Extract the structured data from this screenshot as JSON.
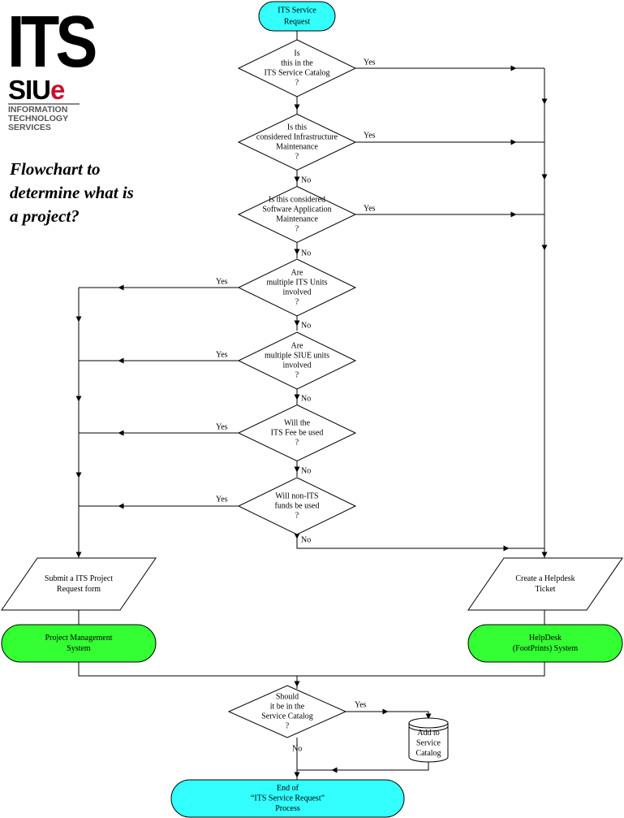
{
  "logo": {
    "its": "ITS",
    "siue_main": "SIU",
    "siue_e": "e",
    "sub": [
      "INFORMATION",
      "TECHNOLOGY",
      "SERVICES"
    ]
  },
  "title_lines": [
    "Flowchart to",
    "determine what is",
    "a project?"
  ],
  "nodes": {
    "start": [
      "ITS Service",
      "Request"
    ],
    "d1": [
      "Is",
      "this in the",
      "ITS Service Catalog",
      "?"
    ],
    "d2": [
      "Is this",
      "considered Infrastructure",
      "Maintenance",
      "?"
    ],
    "d3": [
      "Is this considered",
      "Software Application",
      "Maintenance",
      "?"
    ],
    "d4": [
      "Are",
      "multiple ITS Units",
      "involved",
      "?"
    ],
    "d5": [
      "Are",
      "multiple SIUE units",
      "involved",
      "?"
    ],
    "d6": [
      "Will the",
      "ITS Fee be used",
      "?"
    ],
    "d7": [
      "Will non-ITS",
      "funds be used",
      "?"
    ],
    "submit": [
      "Submit a ITS Project",
      "Request form"
    ],
    "helpdesk_ticket": [
      "Create a Helpdesk",
      "Ticket"
    ],
    "pms": [
      "Project Management",
      "System"
    ],
    "footprints": [
      "HelpDesk",
      "(FootPrints) System"
    ],
    "d8": [
      "Should",
      "it be in the",
      "Service Catalog",
      "?"
    ],
    "add_catalog": [
      "Add to",
      "Service",
      "Catalog"
    ],
    "end": [
      "End of",
      "“ITS Service Request”",
      "Process"
    ]
  },
  "labels": {
    "yes": "Yes",
    "no": "No"
  },
  "colors": {
    "terminal_cyan": "#33ffff",
    "terminal_green": "#33ff33",
    "shape_fill": "#ffffff",
    "stroke": "#000000"
  }
}
